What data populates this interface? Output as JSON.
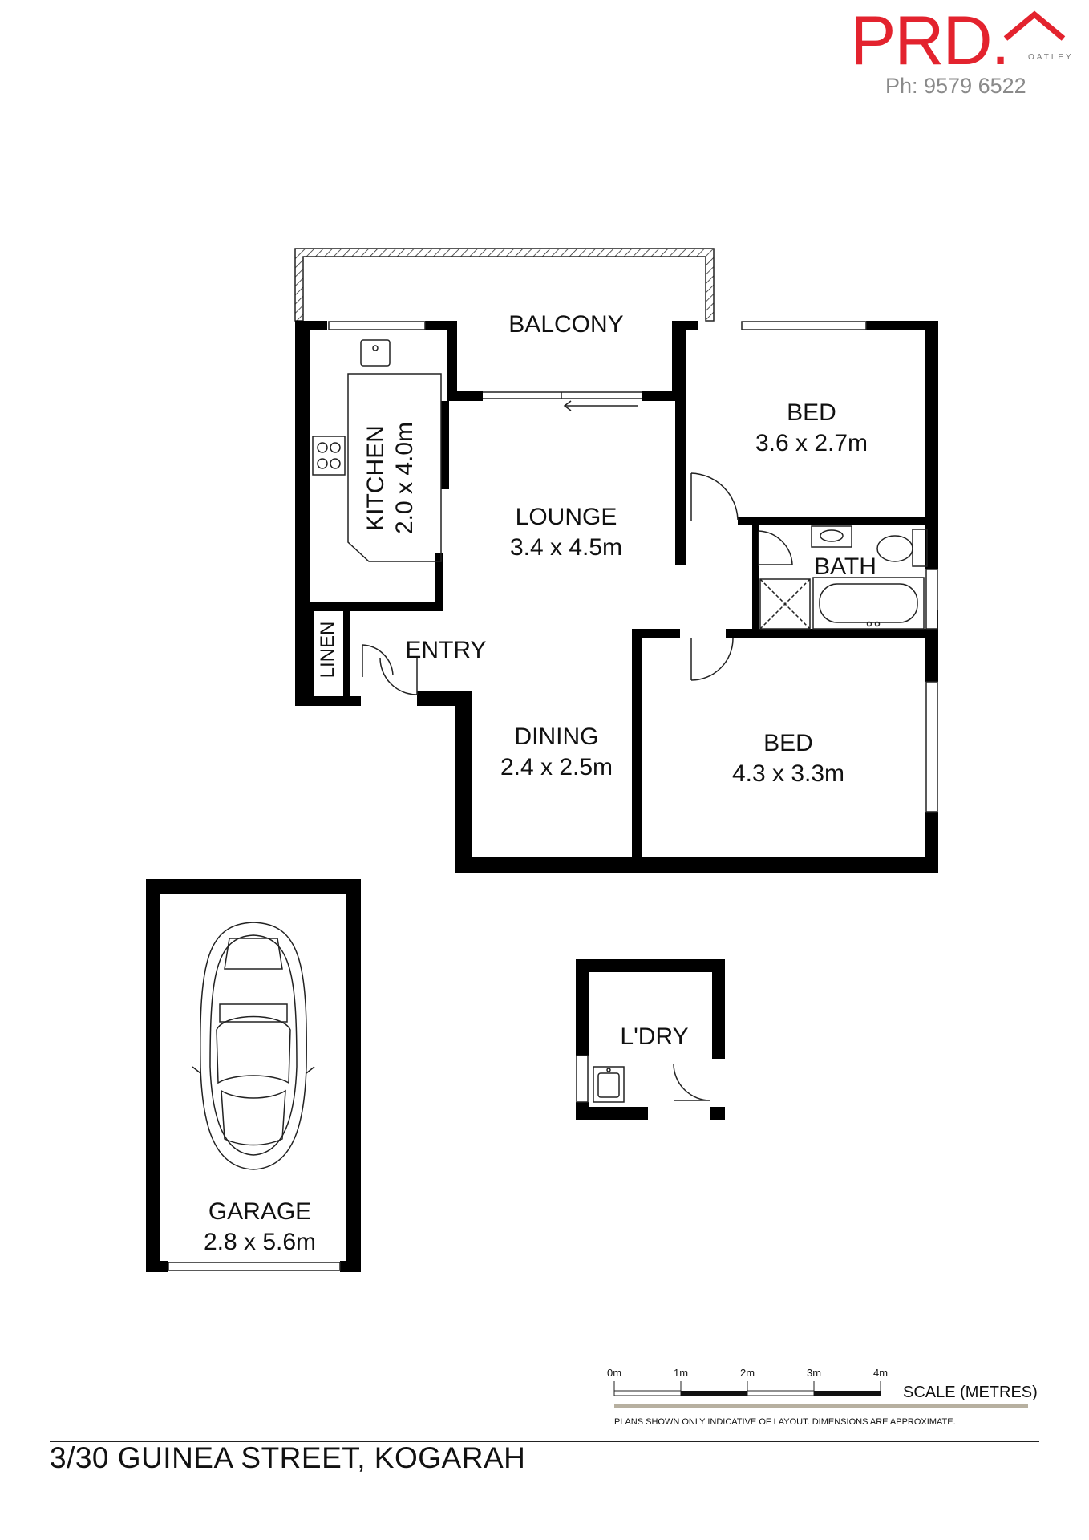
{
  "brand": {
    "name": "PRD.",
    "office": "OATLEY",
    "phone": "Ph: 9579 6522",
    "accent_color": "#e3232e"
  },
  "rooms": {
    "balcony": {
      "name": "BALCONY"
    },
    "kitchen": {
      "name": "KITCHEN",
      "size": "2.0 x 4.0m"
    },
    "lounge": {
      "name": "LOUNGE",
      "size": "3.4 x 4.5m"
    },
    "bed1": {
      "name": "BED",
      "size": "3.6 x 2.7m"
    },
    "bath": {
      "name": "BATH"
    },
    "linen": {
      "name": "LINEN"
    },
    "entry": {
      "name": "ENTRY"
    },
    "dining": {
      "name": "DINING",
      "size": "2.4 x 2.5m"
    },
    "bed2": {
      "name": "BED",
      "size": "4.3 x 3.3m"
    },
    "laundry": {
      "name": "L'DRY"
    },
    "garage": {
      "name": "GARAGE",
      "size": "2.8 x 5.6m"
    }
  },
  "scale": {
    "ticks": [
      "0m",
      "1m",
      "2m",
      "3m",
      "4m"
    ],
    "label": "SCALE (METRES)",
    "disclaimer": "PLANS SHOWN ONLY INDICATIVE OF LAYOUT.  DIMENSIONS ARE APPROXIMATE."
  },
  "address": "3/30 GUINEA STREET, KOGARAH"
}
